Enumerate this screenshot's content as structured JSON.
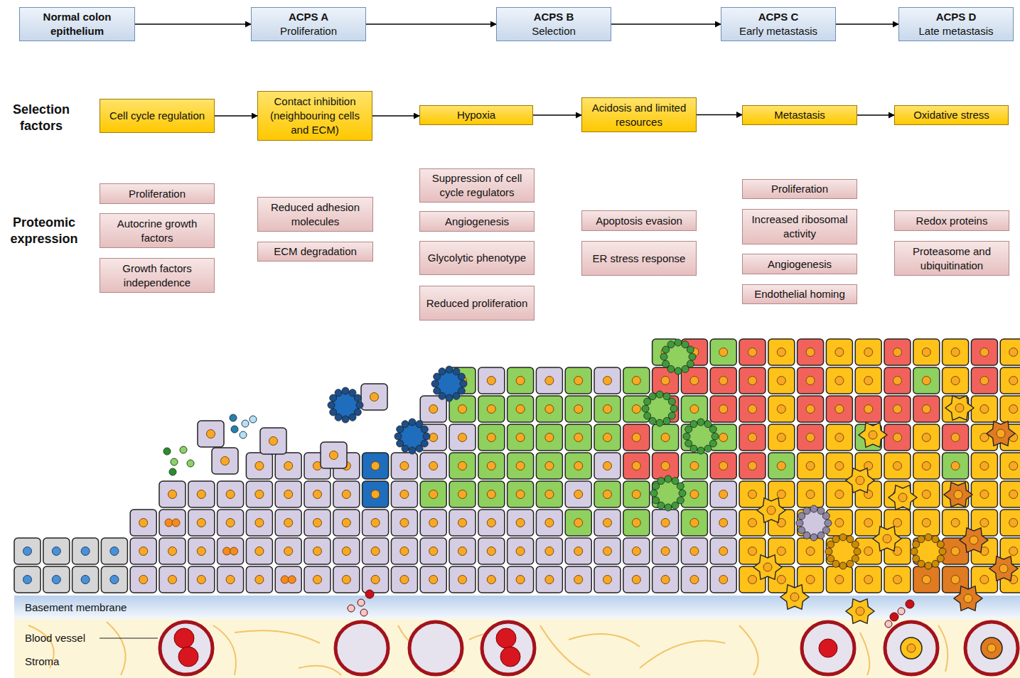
{
  "diagram": {
    "nodes": [
      {
        "text": [
          "Normal colon epithelium"
        ]
      },
      {
        "text": [
          "ACPS A",
          "Proliferation"
        ]
      },
      {
        "text": [
          "ACPS B",
          "Selection"
        ]
      },
      {
        "text": [
          "ACPS C",
          "Early metastasis"
        ]
      },
      {
        "text": [
          "ACPS D",
          "Late metastasis"
        ]
      },
      {
        "text": [
          "Cell cycle regulation"
        ]
      },
      {
        "text": [
          "Contact inhibition (neighbouring cells and ECM)"
        ]
      },
      {
        "text": [
          "Hypoxia"
        ]
      },
      {
        "text": [
          "Acidosis and limited resources"
        ]
      },
      {
        "text": [
          "Metastasis"
        ]
      },
      {
        "text": [
          "Oxidative stress"
        ]
      },
      {
        "text": [
          "Proliferation"
        ]
      },
      {
        "text": [
          "Autocrine growth factors"
        ]
      },
      {
        "text": [
          "Growth factors independence"
        ]
      },
      {
        "text": [
          "Reduced adhesion molecules"
        ]
      },
      {
        "text": [
          "ECM degradation"
        ]
      },
      {
        "text": [
          "Suppression of cell cycle regulators"
        ]
      },
      {
        "text": [
          "Angiogenesis"
        ]
      },
      {
        "text": [
          "Glycolytic phenotype"
        ]
      },
      {
        "text": [
          "Reduced proliferation"
        ]
      },
      {
        "text": [
          "Apoptosis evasion"
        ]
      },
      {
        "text": [
          "ER stress response"
        ]
      },
      {
        "text": [
          "Proliferation"
        ]
      },
      {
        "text": [
          "Increased ribosomal activity"
        ]
      },
      {
        "text": [
          "Angiogenesis"
        ]
      },
      {
        "text": [
          "Endothelial homing"
        ]
      },
      {
        "text": [
          "Redox proteins"
        ]
      },
      {
        "text": [
          "Proteasome and ubiquitination"
        ]
      }
    ],
    "edges": [
      {
        "from": 0,
        "to": 1,
        "arrow": "to"
      },
      {
        "from": 1,
        "to": 2,
        "arrow": "to"
      },
      {
        "from": 2,
        "to": 3,
        "arrow": "to"
      },
      {
        "from": 3,
        "to": 4,
        "arrow": "to"
      },
      {
        "from": 5,
        "to": 6,
        "arrow": "to"
      },
      {
        "from": 6,
        "to": 7,
        "arrow": "to"
      },
      {
        "from": 7,
        "to": 8,
        "arrow": "to"
      },
      {
        "from": 8,
        "to": 9,
        "arrow": "to"
      },
      {
        "from": 9,
        "to": 10,
        "arrow": "to"
      }
    ],
    "labels": [
      "Selection factors",
      "Proteomic expression",
      "Basement membrane",
      "Blood vessel",
      "Stroma"
    ]
  }
}
